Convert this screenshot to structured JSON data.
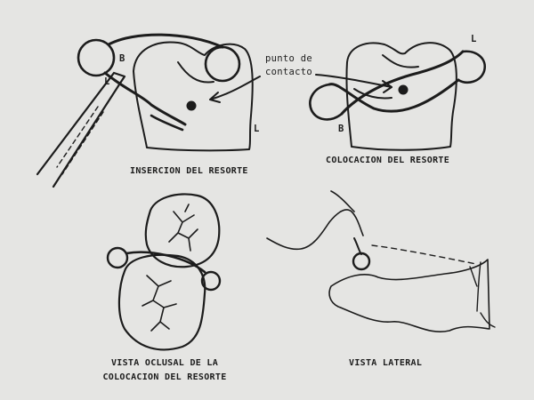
{
  "labels": {
    "contact_line1": "punto de",
    "contact_line2": "contacto",
    "b_left": "B",
    "l_left": "L",
    "l_right": "L",
    "b_right": "B"
  },
  "captions": {
    "insertion": "INSERCION DEL RESORTE",
    "placement": "COLOCACION DEL RESORTE",
    "occlusal_line1": "VISTA OCLUSAL DE LA",
    "occlusal_line2": "COLOCACION DEL RESORTE",
    "lateral": "VISTA LATERAL"
  },
  "colors": {
    "ink": "#1c1c1c",
    "paper": "#e5e5e3"
  }
}
